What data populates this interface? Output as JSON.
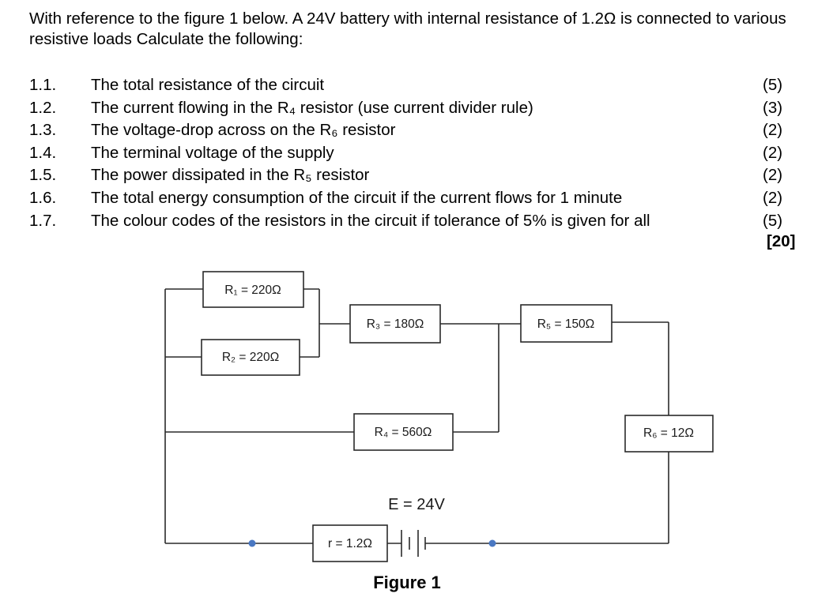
{
  "intro": "With reference to the figure 1 below. A 24V battery with internal resistance of 1.2Ω is connected to various resistive loads Calculate the following:",
  "questions": [
    {
      "num": "1.1.",
      "text": "The total resistance of the circuit",
      "marks": "(5)"
    },
    {
      "num": "1.2.",
      "text": "The current flowing in the R₄ resistor (use current divider rule)",
      "marks": "(3)"
    },
    {
      "num": "1.3.",
      "text": "The voltage-drop across on the R₆ resistor",
      "marks": "(2)"
    },
    {
      "num": "1.4.",
      "text": "The terminal voltage of the supply",
      "marks": "(2)"
    },
    {
      "num": "1.5.",
      "text": "The power dissipated in the R₅ resistor",
      "marks": "(2)"
    },
    {
      "num": "1.6.",
      "text": "The total energy consumption of the circuit if the current flows for 1 minute",
      "marks": "(2)"
    },
    {
      "num": "1.7.",
      "text": "The colour codes of the resistors in the circuit if tolerance of 5% is given for all",
      "marks": "(5)"
    }
  ],
  "total_marks": "[20]",
  "figure": {
    "resistors": {
      "r1": "R₁ = 220Ω",
      "r2": "R₂ = 220Ω",
      "r3": "R₃ = 180Ω",
      "r4": "R₄ = 560Ω",
      "r5": "R₅ = 150Ω",
      "r6": "R₆ = 12Ω",
      "r_internal": "r = 1.2Ω"
    },
    "emf": "E = 24V",
    "caption": "Figure 1",
    "wire_color": "#2a2a2a",
    "terminal_color": "#4a78c2"
  }
}
